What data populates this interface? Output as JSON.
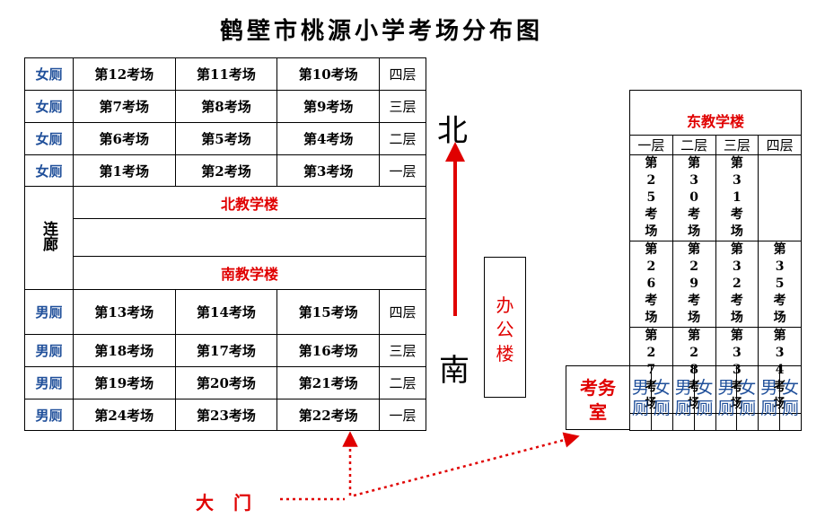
{
  "title": "鹤壁市桃源小学考场分布图",
  "north_building": {
    "name": "北教学楼",
    "rows": [
      {
        "toilet": "女厕",
        "rooms": [
          "第12考场",
          "第11考场",
          "第10考场"
        ],
        "floor": "四层"
      },
      {
        "toilet": "女厕",
        "rooms": [
          "第7考场",
          "第8考场",
          "第9考场"
        ],
        "floor": "三层"
      },
      {
        "toilet": "女厕",
        "rooms": [
          "第6考场",
          "第5考场",
          "第4考场"
        ],
        "floor": "二层"
      },
      {
        "toilet": "女厕",
        "rooms": [
          "第1考场",
          "第2考场",
          "第3考场"
        ],
        "floor": "一层"
      }
    ]
  },
  "corridor": "连廊",
  "south_building": {
    "name": "南教学楼",
    "rows": [
      {
        "toilet": "男厕",
        "rooms": [
          "第13考场",
          "第14考场",
          "第15考场"
        ],
        "floor": "四层"
      },
      {
        "toilet": "男厕",
        "rooms": [
          "第18考场",
          "第17考场",
          "第16考场"
        ],
        "floor": "三层"
      },
      {
        "toilet": "男厕",
        "rooms": [
          "第19考场",
          "第20考场",
          "第21考场"
        ],
        "floor": "二层"
      },
      {
        "toilet": "男厕",
        "rooms": [
          "第24考场",
          "第23考场",
          "第22考场"
        ],
        "floor": "一层"
      }
    ]
  },
  "compass": {
    "north": "北",
    "south": "南"
  },
  "office": "办公楼",
  "east_building": {
    "name": "东教学楼",
    "floors": [
      "一层",
      "二层",
      "三层",
      "四层"
    ],
    "rows": [
      [
        "第25考场",
        "第30考场",
        "第31考场",
        ""
      ],
      [
        "第26考场",
        "第29考场",
        "第32考场",
        "第35考场"
      ],
      [
        "第27考场",
        "第28考场",
        "第33考场",
        "第34考场"
      ]
    ],
    "toilets": [
      "男厕",
      "女厕",
      "男厕",
      "女厕",
      "男厕",
      "女厕",
      "男厕",
      "女厕"
    ]
  },
  "exam_office": "考务室",
  "gate": "大门",
  "colors": {
    "accent_red": "#e00000",
    "toilet_blue": "#1f4f9a",
    "arrow_red": "#e00000"
  }
}
